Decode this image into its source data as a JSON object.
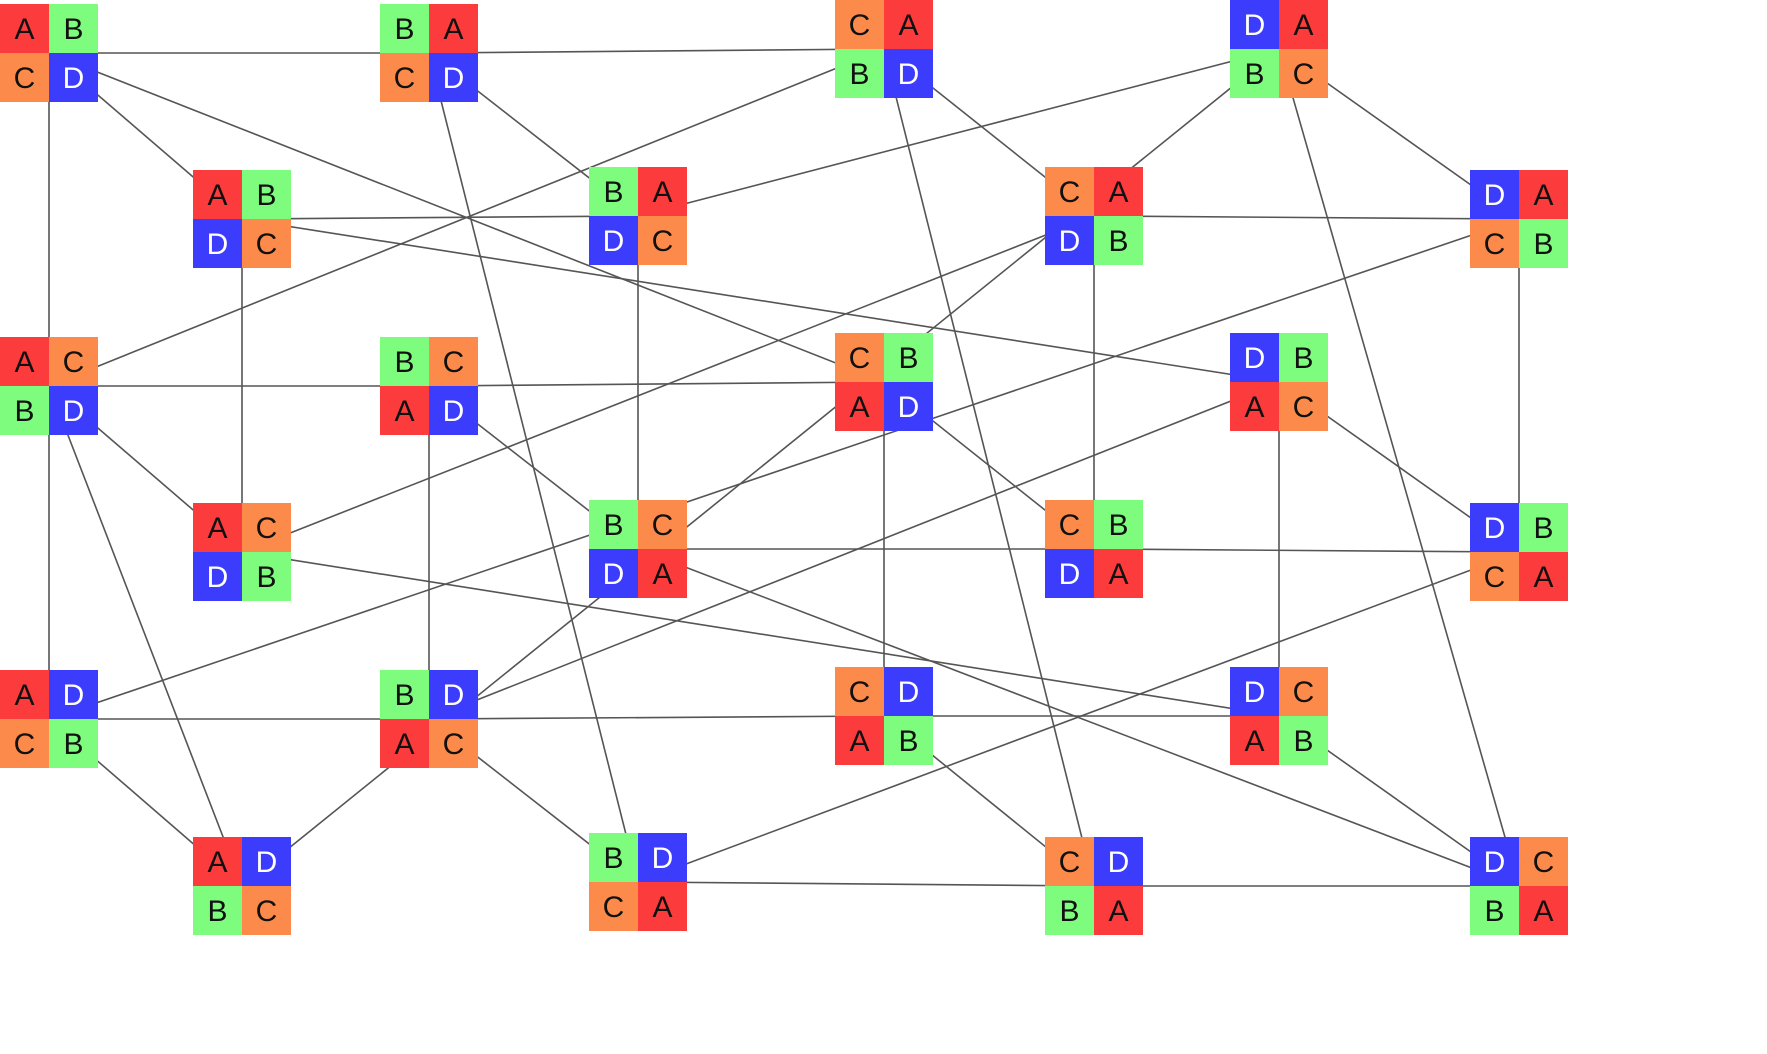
{
  "colors": {
    "A": "#fc3c3c",
    "B": "#7efc7e",
    "C": "#fc8a4a",
    "D": "#3c3cfc",
    "edge": "#555555"
  },
  "nodes": [
    {
      "id": 0,
      "cells": [
        "A",
        "B",
        "C",
        "D"
      ]
    },
    {
      "id": 1,
      "cells": [
        "B",
        "A",
        "C",
        "D"
      ]
    },
    {
      "id": 2,
      "cells": [
        "C",
        "A",
        "B",
        "D"
      ]
    },
    {
      "id": 3,
      "cells": [
        "D",
        "A",
        "B",
        "C"
      ]
    },
    {
      "id": 4,
      "cells": [
        "A",
        "B",
        "D",
        "C"
      ]
    },
    {
      "id": 5,
      "cells": [
        "B",
        "A",
        "D",
        "C"
      ]
    },
    {
      "id": 6,
      "cells": [
        "C",
        "A",
        "D",
        "B"
      ]
    },
    {
      "id": 7,
      "cells": [
        "D",
        "A",
        "C",
        "B"
      ]
    },
    {
      "id": 8,
      "cells": [
        "A",
        "C",
        "B",
        "D"
      ]
    },
    {
      "id": 9,
      "cells": [
        "B",
        "C",
        "A",
        "D"
      ]
    },
    {
      "id": 10,
      "cells": [
        "C",
        "B",
        "A",
        "D"
      ]
    },
    {
      "id": 11,
      "cells": [
        "D",
        "B",
        "A",
        "C"
      ]
    },
    {
      "id": 12,
      "cells": [
        "A",
        "C",
        "D",
        "B"
      ]
    },
    {
      "id": 13,
      "cells": [
        "B",
        "C",
        "D",
        "A"
      ]
    },
    {
      "id": 14,
      "cells": [
        "C",
        "B",
        "D",
        "A"
      ]
    },
    {
      "id": 15,
      "cells": [
        "D",
        "B",
        "C",
        "A"
      ]
    },
    {
      "id": 16,
      "cells": [
        "A",
        "D",
        "C",
        "B"
      ]
    },
    {
      "id": 17,
      "cells": [
        "B",
        "D",
        "A",
        "C"
      ]
    },
    {
      "id": 18,
      "cells": [
        "C",
        "D",
        "A",
        "B"
      ]
    },
    {
      "id": 19,
      "cells": [
        "D",
        "C",
        "A",
        "B"
      ]
    },
    {
      "id": 20,
      "cells": [
        "A",
        "D",
        "B",
        "C"
      ]
    },
    {
      "id": 21,
      "cells": [
        "B",
        "D",
        "C",
        "A"
      ]
    },
    {
      "id": 22,
      "cells": [
        "C",
        "D",
        "B",
        "A"
      ]
    },
    {
      "id": 23,
      "cells": [
        "D",
        "C",
        "B",
        "A"
      ]
    }
  ],
  "edges": [
    [
      0,
      1
    ],
    [
      0,
      4
    ],
    [
      0,
      10
    ],
    [
      0,
      16
    ],
    [
      1,
      2
    ],
    [
      1,
      5
    ],
    [
      1,
      21
    ],
    [
      2,
      6
    ],
    [
      2,
      22
    ],
    [
      2,
      8
    ],
    [
      3,
      7
    ],
    [
      3,
      23
    ],
    [
      3,
      5
    ],
    [
      3,
      20
    ],
    [
      4,
      5
    ],
    [
      4,
      12
    ],
    [
      4,
      11
    ],
    [
      5,
      13
    ],
    [
      6,
      14
    ],
    [
      6,
      7
    ],
    [
      6,
      12
    ],
    [
      7,
      15
    ],
    [
      7,
      16
    ],
    [
      8,
      9
    ],
    [
      8,
      12
    ],
    [
      8,
      20
    ],
    [
      9,
      10
    ],
    [
      9,
      17
    ],
    [
      9,
      13
    ],
    [
      10,
      14
    ],
    [
      10,
      18
    ],
    [
      11,
      19
    ],
    [
      11,
      15
    ],
    [
      11,
      17
    ],
    [
      12,
      19
    ],
    [
      13,
      14
    ],
    [
      13,
      23
    ],
    [
      14,
      15
    ],
    [
      15,
      21
    ],
    [
      16,
      17
    ],
    [
      16,
      20
    ],
    [
      17,
      18
    ],
    [
      17,
      21
    ],
    [
      18,
      19
    ],
    [
      18,
      22
    ],
    [
      19,
      23
    ],
    [
      21,
      22
    ],
    [
      22,
      23
    ]
  ]
}
